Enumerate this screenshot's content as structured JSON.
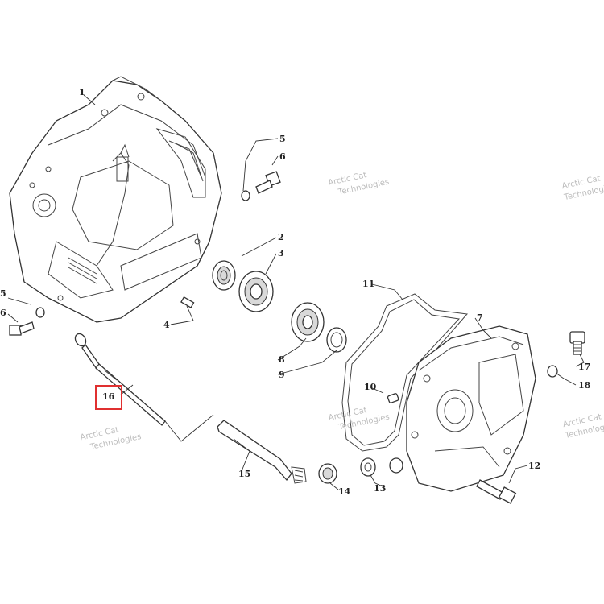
{
  "diagram": {
    "callouts": [
      "1",
      "2",
      "3",
      "4",
      "5",
      "6",
      "7",
      "8",
      "9",
      "10",
      "11",
      "12",
      "13",
      "14",
      "15",
      "16",
      "17",
      "18",
      "5",
      "6"
    ],
    "highlighted_callout": "16",
    "highlight_color": "#e03030",
    "watermark_lines": [
      "Arctic Cat",
      "Technologies"
    ]
  }
}
